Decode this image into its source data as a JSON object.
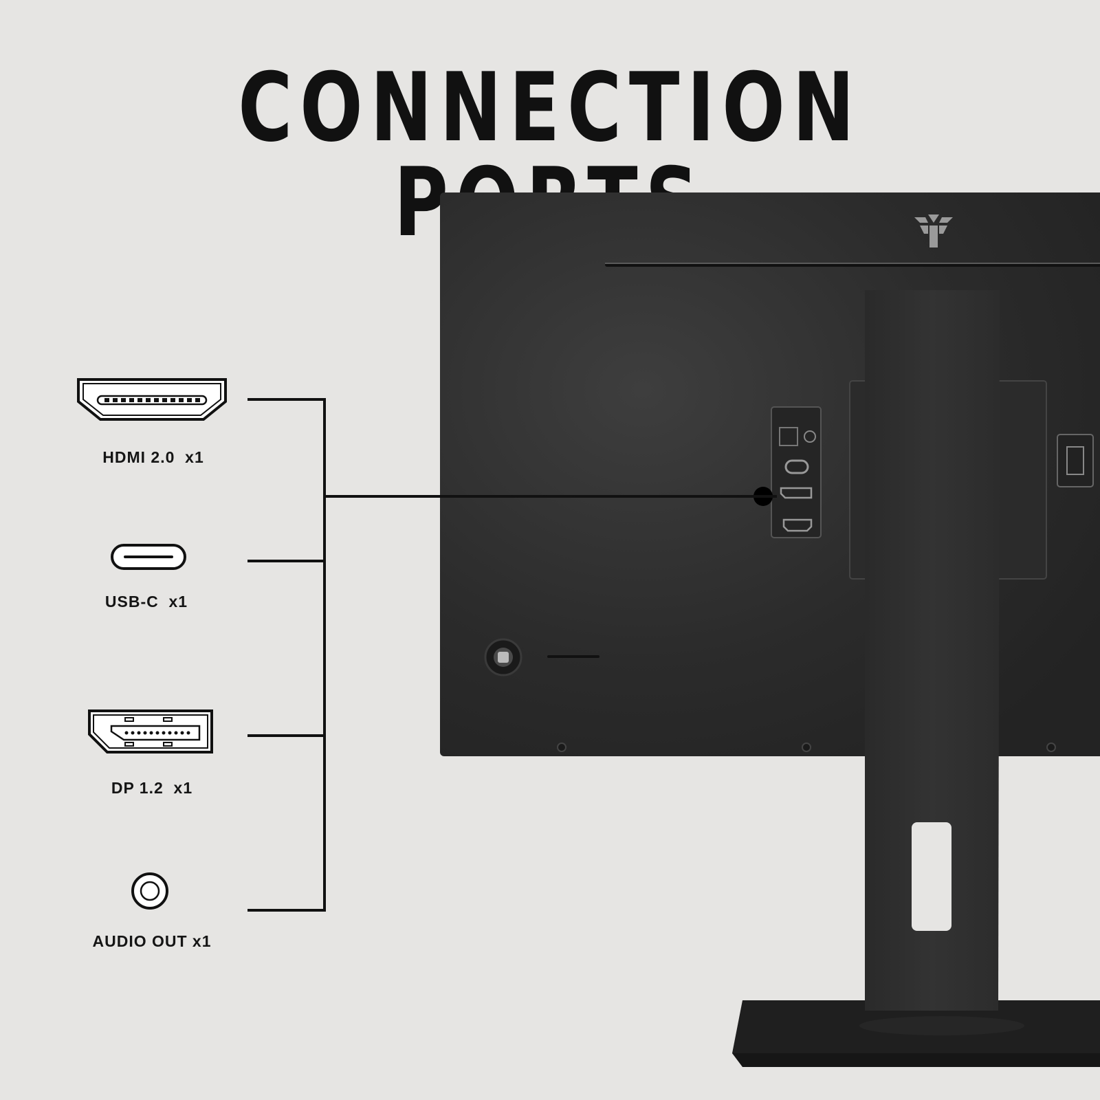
{
  "title": "CONNECTION PORTS",
  "ports": [
    {
      "label": "HDMI 2.0  x1",
      "icon": "hdmi-port-icon"
    },
    {
      "label": "USB-C  x1",
      "icon": "usb-c-port-icon"
    },
    {
      "label": "DP 1.2  x1",
      "icon": "displayport-icon"
    },
    {
      "label": "AUDIO OUT x1",
      "icon": "audio-jack-icon"
    }
  ],
  "colors": {
    "background": "#e6e5e3",
    "text": "#111111",
    "monitor": "#2b2b2b",
    "stand": "#2f2f2f"
  }
}
